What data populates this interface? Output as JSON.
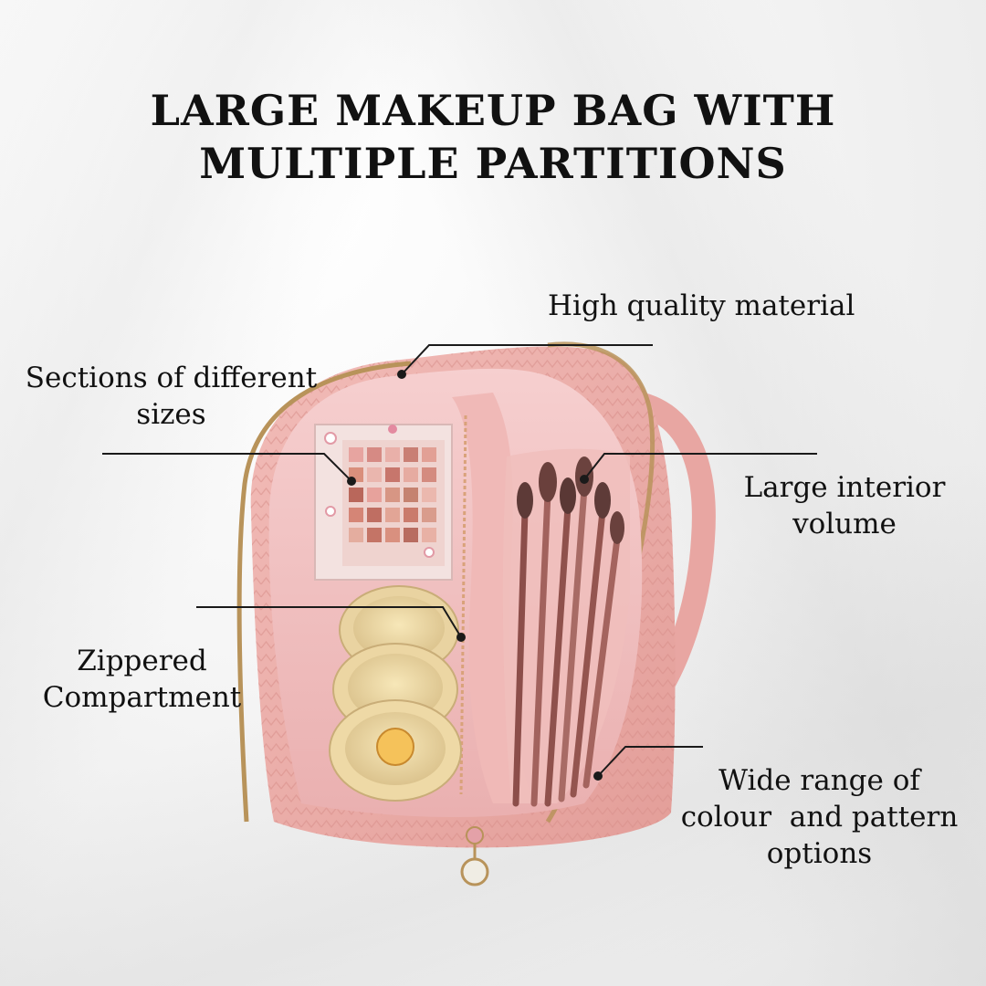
{
  "title": {
    "line1": "LARGE MAKEUP BAG WITH",
    "line2": "MULTIPLE PARTITIONS"
  },
  "callouts": {
    "material": {
      "line1": "High quality material"
    },
    "sections": {
      "line1": "Sections of different",
      "line2": "sizes"
    },
    "interior": {
      "line1": "Large interior",
      "line2": "volume"
    },
    "zipper": {
      "line1": "Zippered",
      "line2": "Compartment"
    },
    "range": {
      "line1": "Wide range of",
      "line2": "colour  and pattern",
      "line3": "options"
    }
  },
  "colors": {
    "bag_pink": "#e9a7a3",
    "lining_pink": "#f2c4c4",
    "zipper_gold": "#b8935a",
    "brush_rose": "#9c5f5b",
    "jar_cream": "#f0dcaa"
  }
}
